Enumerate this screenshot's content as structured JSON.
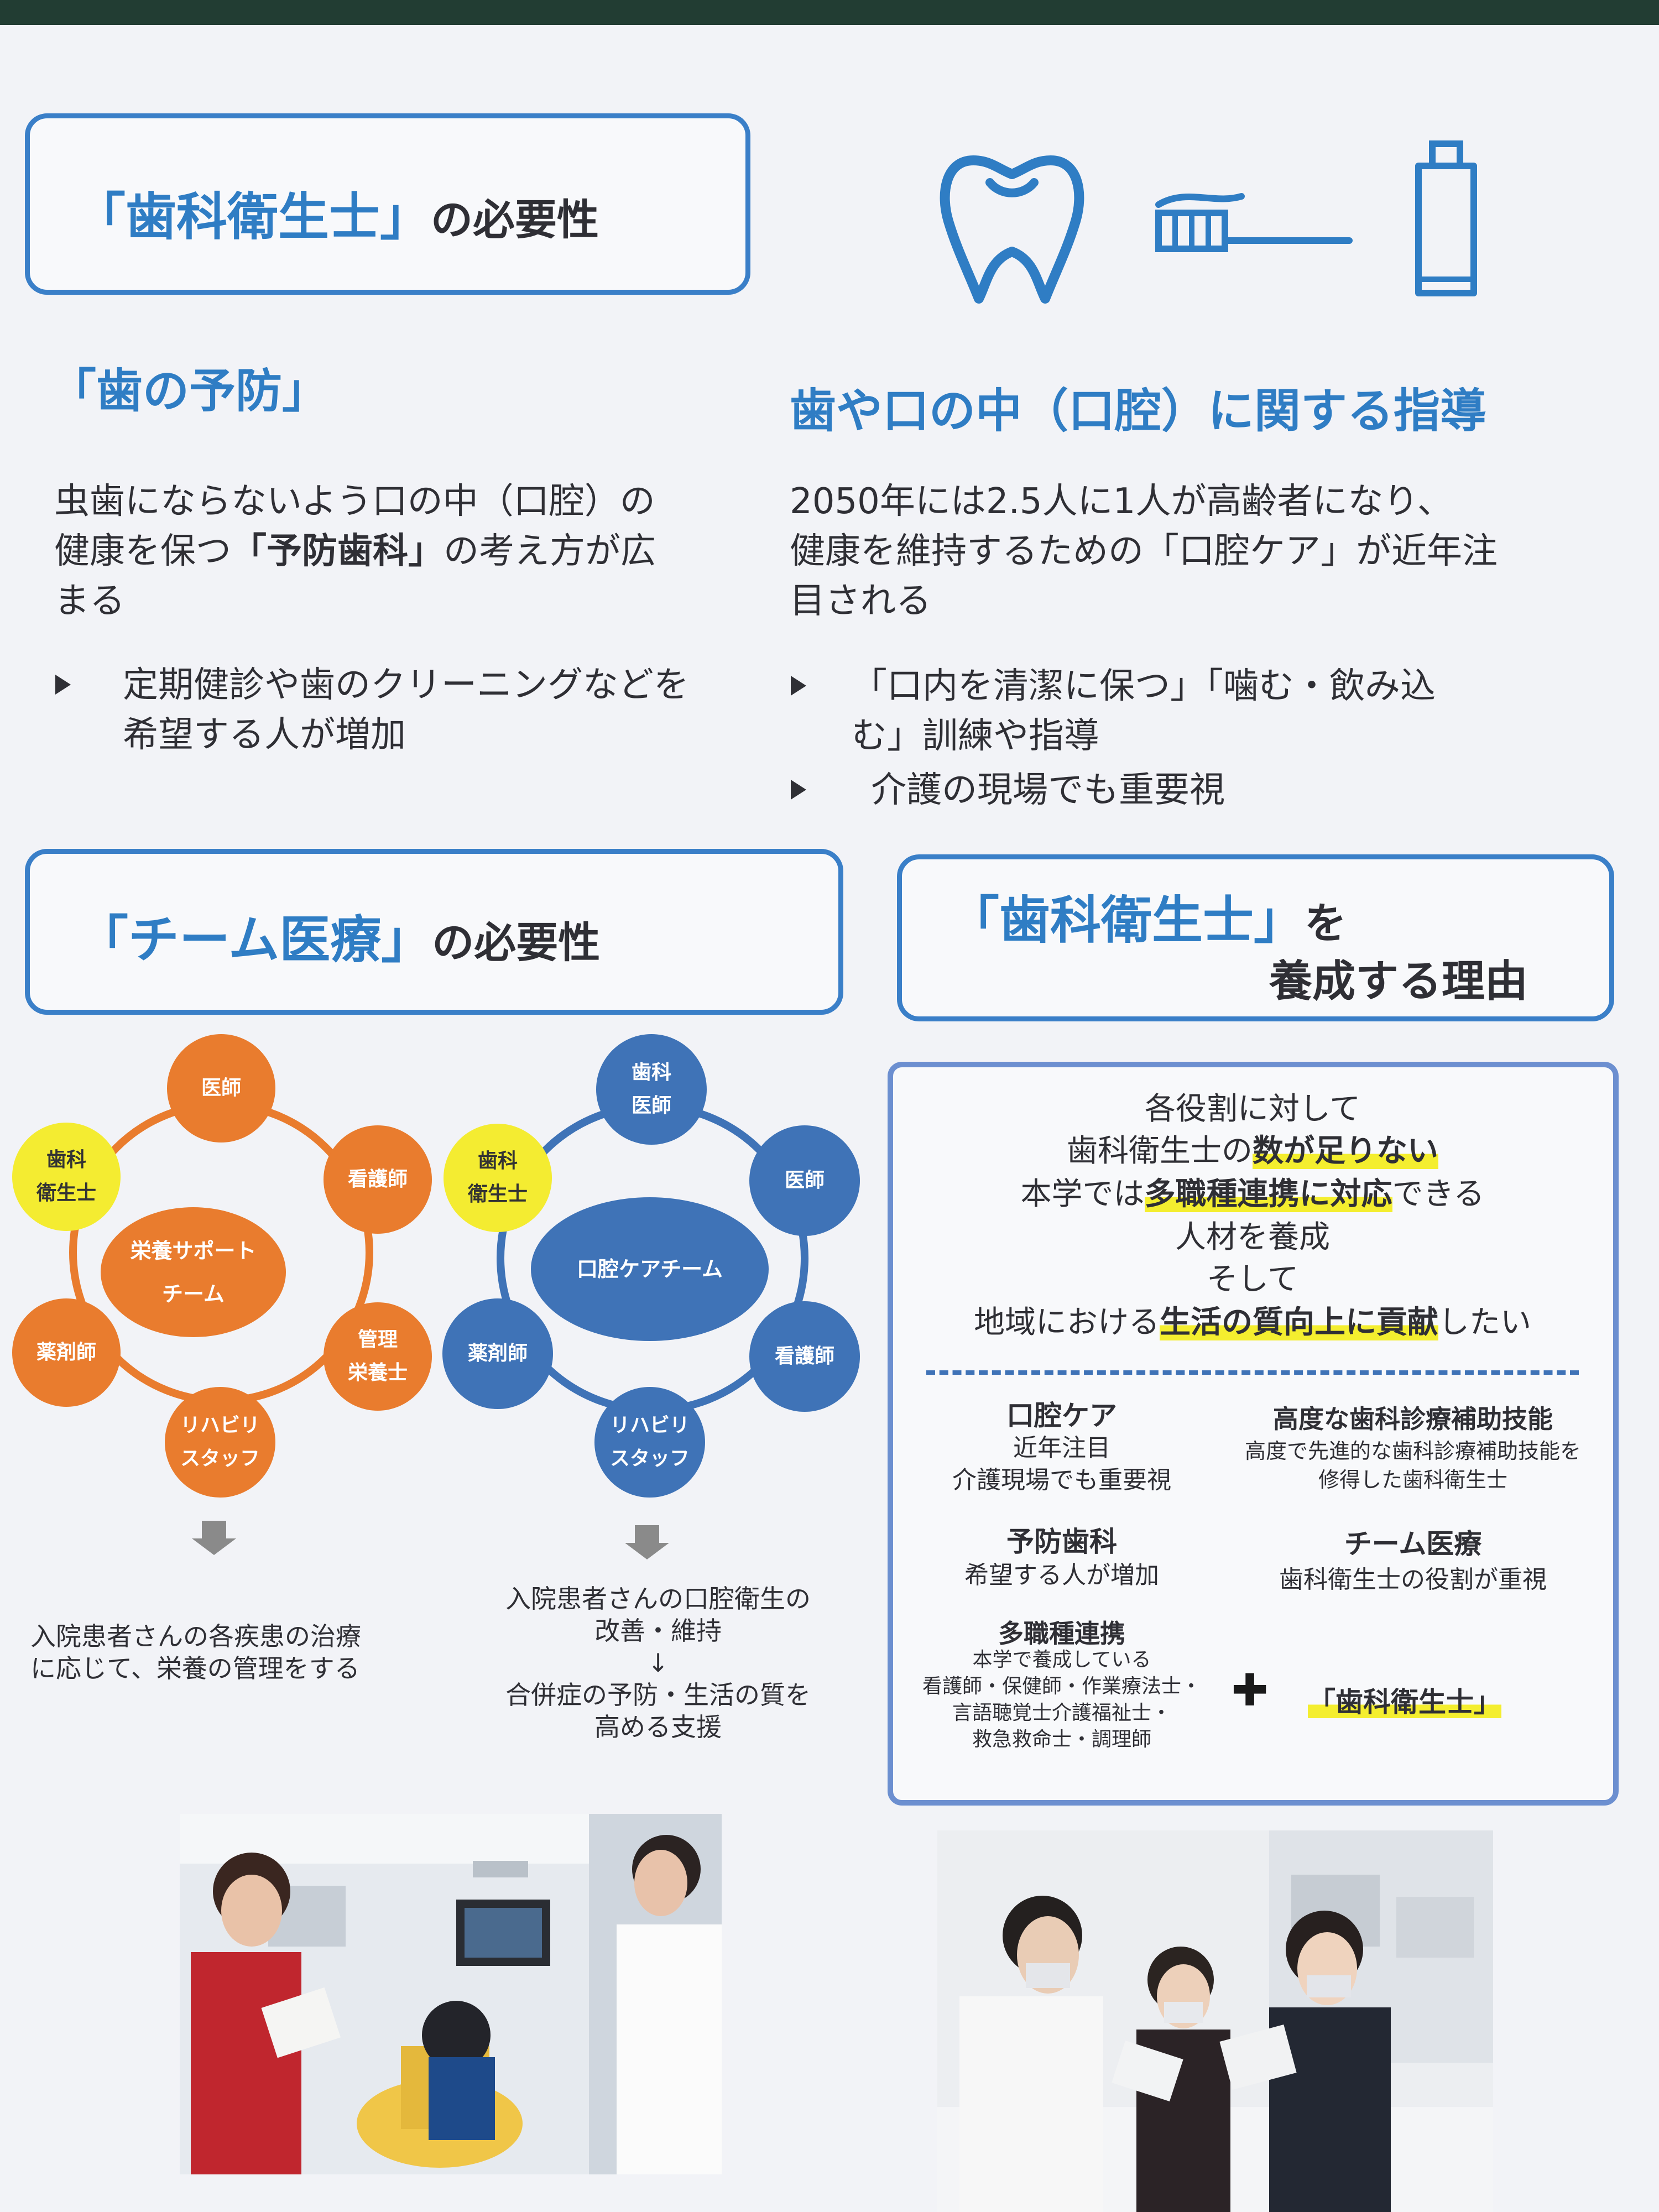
{
  "necessity": {
    "title_main": "「歯科衛生士」",
    "title_suffix": "の必要性"
  },
  "prevention": {
    "heading": "「歯の予防」",
    "body_lines": [
      "虫歯にならないよう口の中（口腔）の",
      "健康を保つ",
      "「予防歯科」",
      "の考え方が広",
      "まる"
    ],
    "bullet": [
      "定期健診や歯のクリーニングなどを",
      "希望する人が増加"
    ]
  },
  "guidance": {
    "heading": "歯や口の中（口腔）に関する指導",
    "body_lines": [
      "2050年には2.5人に1人が高齢者になり、",
      "健康を維持するための「口腔ケア」が近年注",
      "目される"
    ],
    "bullet1": [
      "「口内を清潔に保つ」「噛む・飲み込",
      "む」訓練や指導"
    ],
    "bullet2": "介護の現場でも重要視"
  },
  "team": {
    "title_main": "「チーム医療」",
    "title_suffix": "の必要性"
  },
  "nutrition_diagram": {
    "center": [
      "栄養サポート",
      "チーム"
    ],
    "nodes": {
      "top": "医師",
      "upper_right": "看護師",
      "lower_right": [
        "管理",
        "栄養士"
      ],
      "bottom": [
        "リハビリ",
        "スタッフ"
      ],
      "lower_left": "薬剤師",
      "upper_left": [
        "歯科",
        "衛生士"
      ]
    },
    "caption": [
      "入院患者さんの各疾患の治療",
      "に応じて、栄養の管理をする"
    ]
  },
  "oral_diagram": {
    "center": "口腔ケアチーム",
    "nodes": {
      "top": [
        "歯科",
        "医師"
      ],
      "upper_right": "医師",
      "lower_right": "看護師",
      "bottom": [
        "リハビリ",
        "スタッフ"
      ],
      "lower_left": "薬剤師",
      "upper_left": [
        "歯科",
        "衛生士"
      ]
    },
    "caption": [
      "入院患者さんの口腔衛生の",
      "改善・維持",
      "↓",
      "合併症の予防・生活の質を",
      "高める支援"
    ]
  },
  "reason": {
    "title_main": "「歯科衛生士」",
    "title_particle": "を",
    "title_line2": "養成する理由",
    "lines": {
      "l1": "各役割に対して",
      "l2a": "歯科衛生士の",
      "l2b": "数が足りない",
      "l3a": "本学では",
      "l3b": "多職種連携に対応",
      "l3c": "できる",
      "l4": "人材を養成",
      "l5": "そして",
      "l6a": "地域における",
      "l6b": "生活の質向上に貢献",
      "l6c": "したい"
    },
    "items": [
      {
        "title": "口腔ケア",
        "desc": [
          "近年注目",
          "介護現場でも重要視"
        ]
      },
      {
        "title": "高度な歯科診療補助技能",
        "desc": [
          "高度で先進的な歯科診療補助技能を",
          "修得した歯科衛生士"
        ]
      },
      {
        "title": "予防歯科",
        "desc": [
          "希望する人が増加"
        ]
      },
      {
        "title": "チーム医療",
        "desc": [
          "歯科衛生士の役割が重視"
        ]
      },
      {
        "title": "多職種連携",
        "desc": [
          "本学で養成している",
          "看護師・保健師・作業療法士・",
          "言語聴覚士介護福祉士・",
          "救急救命士・調理師"
        ]
      }
    ],
    "plus": "✚",
    "highlight": "「歯科衛生士」"
  },
  "colors": {
    "blue": "#2f7dc4",
    "orange": "#e97c2e",
    "navy": "#3f73b7",
    "yellow": "#f4ec31"
  }
}
